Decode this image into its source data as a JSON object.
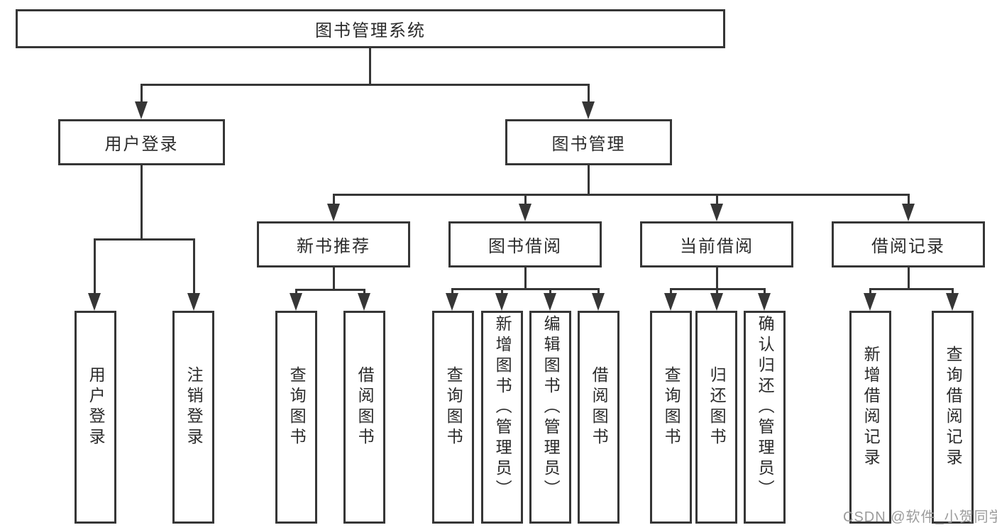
{
  "diagram": {
    "title_node": {
      "label": "图书管理系统"
    },
    "level2": [
      {
        "label": "用户登录"
      },
      {
        "label": "图书管理"
      }
    ],
    "level3": [
      {
        "label": "新书推荐"
      },
      {
        "label": "图书借阅"
      },
      {
        "label": "当前借阅"
      },
      {
        "label": "借阅记录"
      }
    ],
    "leaves": [
      {
        "label": "用户登录",
        "parent": "用户登录"
      },
      {
        "label": "注销登录",
        "parent": "用户登录"
      },
      {
        "label": "查询图书",
        "parent": "新书推荐"
      },
      {
        "label": "借阅图书",
        "parent": "新书推荐"
      },
      {
        "label": "查询图书",
        "parent": "图书借阅"
      },
      {
        "label": "新增图书（管理员）",
        "parent": "图书借阅"
      },
      {
        "label": "编辑图书（管理员）",
        "parent": "图书借阅"
      },
      {
        "label": "借阅图书",
        "parent": "图书借阅"
      },
      {
        "label": "查询图书",
        "parent": "当前借阅"
      },
      {
        "label": "归还图书",
        "parent": "当前借阅"
      },
      {
        "label": "确认归还（管理员）",
        "parent": "当前借阅"
      },
      {
        "label": "新增借阅记录",
        "parent": "借阅记录"
      },
      {
        "label": "查询借阅记录",
        "parent": "借阅记录"
      }
    ]
  },
  "watermark": {
    "text": "CSDN @软件_小贺同学",
    "color": "#9c9c9c"
  },
  "colors": {
    "line": "#363636",
    "text": "#2b2b2b",
    "background": "#ffffff"
  }
}
